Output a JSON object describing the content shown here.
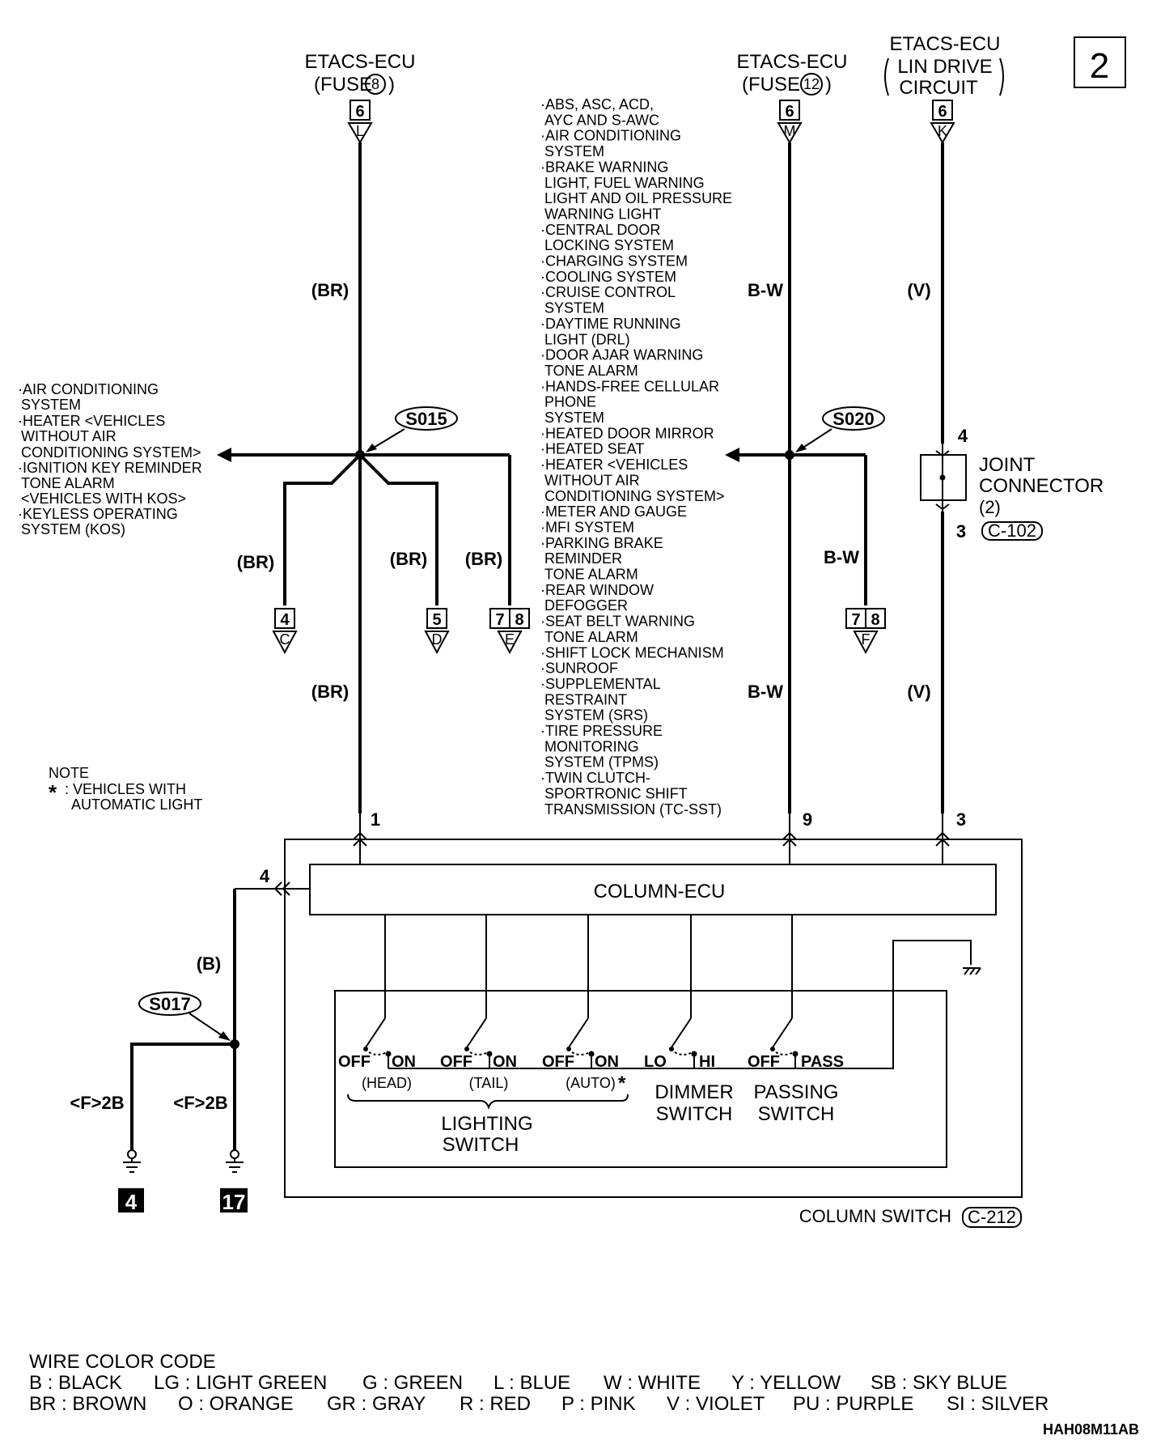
{
  "page_number": "2",
  "diagram_code": "HAH08M11AB",
  "sources": {
    "fuse8": {
      "line1": "ETACS-ECU",
      "line2_pre": "(FUSE",
      "fuse_no": "8",
      "line2_post": ")",
      "pin": "6",
      "conn": "L"
    },
    "fuse12": {
      "line1": "ETACS-ECU",
      "line2_pre": "(FUSE",
      "fuse_no": "12",
      "line2_post": ")",
      "pin": "6",
      "conn": "M"
    },
    "lin": {
      "line1": "ETACS-ECU",
      "line2": "LIN DRIVE",
      "line3": "CIRCUIT",
      "pin": "6",
      "conn": "K"
    }
  },
  "wire_labels": {
    "br_main_top": "(BR)",
    "br_main_bottom": "(BR)",
    "br_left": "(BR)",
    "br_mid": "(BR)",
    "br_right": "(BR)",
    "bw_top": "B-W",
    "bw_bottom": "B-W",
    "bw_branch": "B-W",
    "v_top": "(V)",
    "v_bottom": "(V)",
    "b_ground": "(B)"
  },
  "splices": {
    "s015": "S015",
    "s020": "S020",
    "s017": "S017"
  },
  "branch_connectors": {
    "c": {
      "pin": "4",
      "conn": "C"
    },
    "d": {
      "pin": "5",
      "conn": "D"
    },
    "e": {
      "pin_a": "7",
      "pin_b": "8",
      "conn": "E"
    },
    "f": {
      "pin_a": "7",
      "pin_b": "8",
      "conn": "F"
    }
  },
  "left_systems": [
    "·AIR CONDITIONING",
    "SYSTEM",
    "·HEATER <VEHICLES",
    "WITHOUT AIR",
    "CONDITIONING SYSTEM>",
    "·IGNITION KEY REMINDER",
    "TONE ALARM",
    "<VEHICLES WITH KOS>",
    "·KEYLESS OPERATING",
    "SYSTEM (KOS)"
  ],
  "center_systems": [
    "·ABS, ASC, ACD,",
    "AYC AND S-AWC",
    "·AIR CONDITIONING",
    "SYSTEM",
    "·BRAKE WARNING",
    "LIGHT, FUEL WARNING",
    "LIGHT AND OIL PRESSURE",
    "WARNING LIGHT",
    "·CENTRAL DOOR",
    "LOCKING SYSTEM",
    "·CHARGING SYSTEM",
    "·COOLING SYSTEM",
    "·CRUISE CONTROL",
    "SYSTEM",
    "·DAYTIME RUNNING",
    "LIGHT (DRL)",
    "·DOOR AJAR WARNING",
    "TONE ALARM",
    "·HANDS-FREE CELLULAR",
    "PHONE",
    "SYSTEM",
    "·HEATED DOOR MIRROR",
    "·HEATED SEAT",
    "·HEATER <VEHICLES",
    "WITHOUT AIR",
    "CONDITIONING SYSTEM>",
    "·METER AND GAUGE",
    "·MFI SYSTEM",
    "·PARKING BRAKE",
    "REMINDER",
    "TONE ALARM",
    "·REAR WINDOW",
    "DEFOGGER",
    "·SEAT BELT WARNING",
    "TONE ALARM",
    "·SHIFT LOCK MECHANISM",
    "·SUNROOF",
    "·SUPPLEMENTAL",
    "RESTRAINT",
    "SYSTEM (SRS)",
    "·TIRE PRESSURE",
    "MONITORING",
    "SYSTEM (TPMS)",
    "·TWIN CLUTCH-",
    "SPORTRONIC SHIFT",
    "TRANSMISSION (TC-SST)"
  ],
  "joint_connector": {
    "line1": "JOINT",
    "line2": "CONNECTOR",
    "line3": "(2)",
    "pin_top": "4",
    "pin_bottom": "3",
    "conn": "C-102"
  },
  "note": {
    "title": "NOTE",
    "star": "*",
    "line1": ": VEHICLES WITH",
    "line2": "AUTOMATIC LIGHT"
  },
  "column_switch": {
    "ecu_label": "COLUMN-ECU",
    "pin_1": "1",
    "pin_9": "9",
    "pin_3": "3",
    "pin_4": "4",
    "title": "COLUMN SWITCH",
    "conn": "C-212",
    "switches": {
      "head": {
        "off": "OFF",
        "on": "ON",
        "name": "(HEAD)"
      },
      "tail": {
        "off": "OFF",
        "on": "ON",
        "name": "(TAIL)"
      },
      "auto": {
        "off": "OFF",
        "on": "ON",
        "name": "(AUTO)",
        "star": "*"
      },
      "dimmer": {
        "lo": "LO",
        "hi": "HI",
        "line1": "DIMMER",
        "line2": "SWITCH"
      },
      "passing": {
        "off": "OFF",
        "pass": "PASS",
        "line1": "PASSING",
        "line2": "SWITCH"
      }
    },
    "lighting_label1": "LIGHTING",
    "lighting_label2": "SWITCH"
  },
  "grounds": {
    "g4": {
      "conn": "<F>2B",
      "num": "4"
    },
    "g17": {
      "conn": "<F>2B",
      "num": "17"
    }
  },
  "wire_color_code": {
    "title": "WIRE COLOR CODE",
    "row1": [
      "B : BLACK",
      "LG : LIGHT GREEN",
      "G : GREEN",
      "L : BLUE",
      "W : WHITE",
      "Y : YELLOW",
      "SB : SKY BLUE"
    ],
    "row2": [
      "BR : BROWN",
      "O : ORANGE",
      "GR : GRAY",
      "R : RED",
      "P : PINK",
      "V : VIOLET",
      "PU : PURPLE",
      "SI : SILVER"
    ]
  }
}
